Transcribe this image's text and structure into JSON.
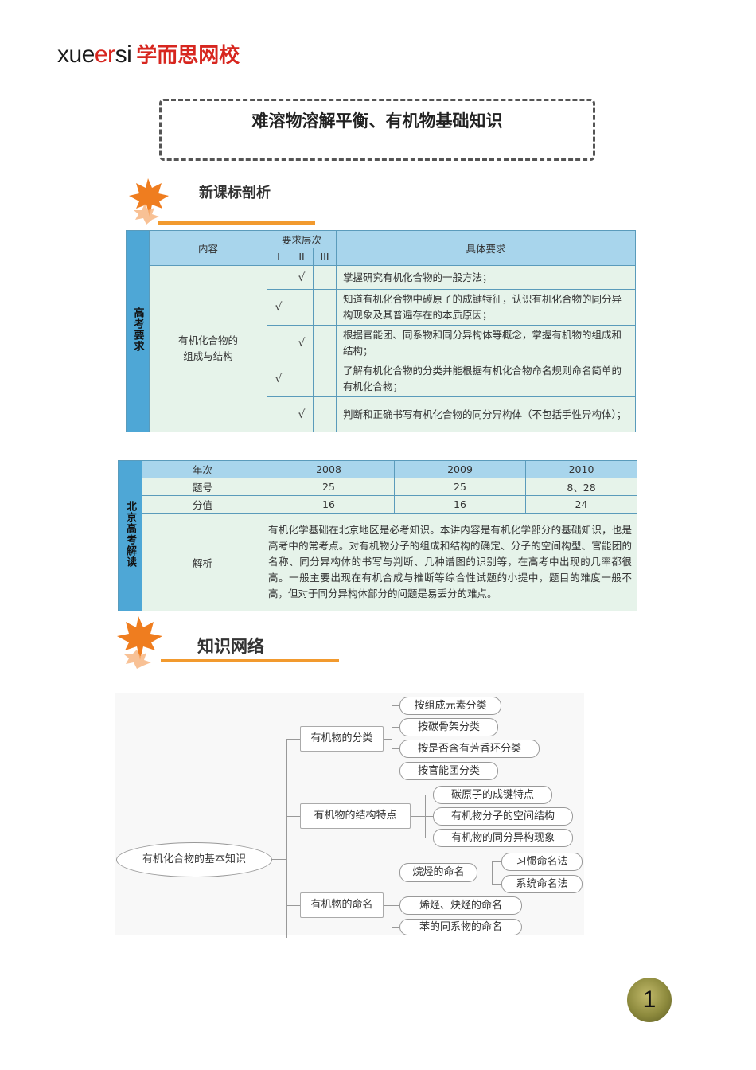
{
  "logo": {
    "latin_prefix": "xue",
    "latin_mid": "er",
    "latin_suffix": "si",
    "chinese": "学而思网校"
  },
  "title": "难溶物溶解平衡、有机物基础知识",
  "sections": {
    "s1": "新课标剖析",
    "s2": "知识网络"
  },
  "table1": {
    "side_label": "高考要求",
    "col_content": "内容",
    "col_level": "要求层次",
    "levels": [
      "I",
      "II",
      "III"
    ],
    "col_detail": "具体要求",
    "content_cell_line1": "有机化合物的",
    "content_cell_line2": "组成与结构",
    "check_mark": "√",
    "rows": [
      {
        "level": 2,
        "text": "掌握研究有机化合物的一般方法；"
      },
      {
        "level": 1,
        "text": "知道有机化合物中碳原子的成键特征，认识有机化合物的同分异构现象及其普遍存在的本质原因；"
      },
      {
        "level": 2,
        "text": "根据官能团、同系物和同分异构体等概念，掌握有机物的组成和结构；"
      },
      {
        "level": 1,
        "text": "了解有机化合物的分类并能根据有机化合物命名规则命名简单的有机化合物；"
      },
      {
        "level": 2,
        "text": "判断和正确书写有机化合物的同分异构体（不包括手性异构体）；"
      }
    ]
  },
  "table2": {
    "side_label": "北京高考解读",
    "row_year": {
      "label": "年次",
      "values": [
        "2008",
        "2009",
        "2010"
      ]
    },
    "row_question": {
      "label": "题号",
      "values": [
        "25",
        "25",
        "8、28"
      ]
    },
    "row_score": {
      "label": "分值",
      "values": [
        "16",
        "16",
        "24"
      ]
    },
    "row_analysis": {
      "label": "解析",
      "text": "有机化学基础在北京地区是必考知识。本讲内容是有机化学部分的基础知识，也是高考中的常考点。对有机物分子的组成和结构的确定、分子的空间构型、官能团的名称、同分异构体的书写与判断、几种谱图的识别等，在高考中出现的几率都很高。一般主要出现在有机合成与推断等综合性试题的小提中，题目的难度一般不高，但对于同分异构体部分的问题是易丢分的难点。"
    }
  },
  "mindmap": {
    "root": "有机化合物的基本知识",
    "branches": [
      {
        "label": "有机物的分类",
        "children": [
          "按组成元素分类",
          "按碳骨架分类",
          "按是否含有芳香环分类",
          "按官能团分类"
        ]
      },
      {
        "label": "有机物的结构特点",
        "children": [
          "碳原子的成键特点",
          "有机物分子的空间结构",
          "有机物的同分异构现象"
        ]
      },
      {
        "label": "有机物的命名",
        "children": [
          "烷烃的命名",
          "烯烃、炔烃的命名",
          "苯的同系物的命名"
        ]
      }
    ],
    "alkane_children": [
      "习惯命名法",
      "系统命名法"
    ]
  },
  "page_number": "1"
}
